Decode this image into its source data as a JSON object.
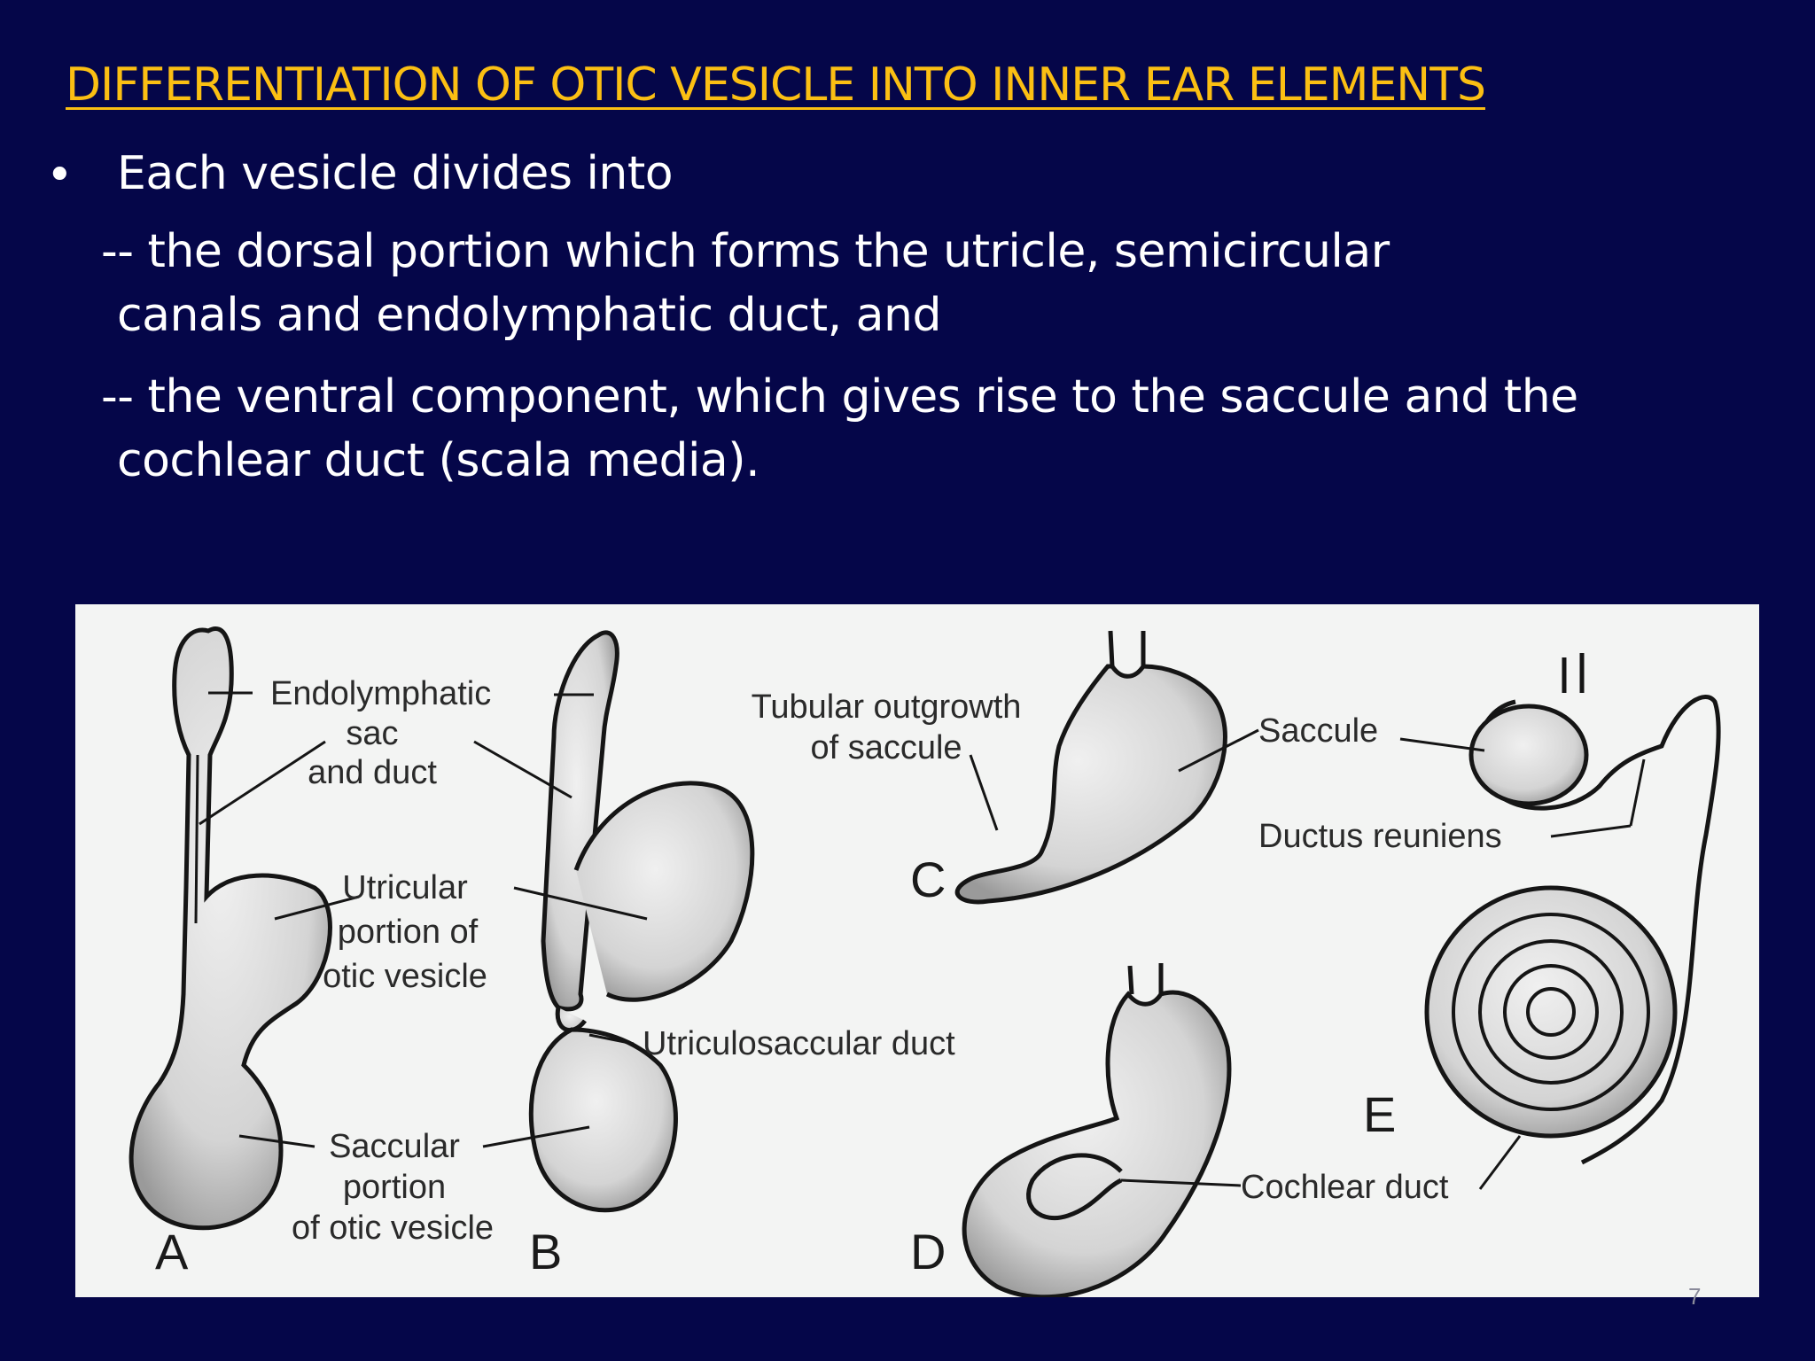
{
  "slide": {
    "title": "DIFFERENTIATION OF OTIC VESICLE INTO INNER EAR ELEMENTS",
    "bullet_symbol": "•",
    "bullet_text": "Each vesicle divides into",
    "dorsal_line1": "-- the dorsal portion which forms the utricle,  semicircular",
    "dorsal_line2": "canals and endolymphatic duct, and",
    "ventral_line1": "-- the ventral component, which gives rise to the saccule and the",
    "ventral_line2": "cochlear duct (scala media).",
    "page_number": "7"
  },
  "figure": {
    "labels": {
      "endolymphatic_1": "Endolymphatic",
      "endolymphatic_2": "sac",
      "endolymphatic_3": "and duct",
      "utricular_1": "Utricular",
      "utricular_2": "portion of",
      "utricular_3": "otic vesicle",
      "utriculosaccular": "Utriculosaccular duct",
      "saccular_1": "Saccular",
      "saccular_2": "portion",
      "saccular_3": "of otic vesicle",
      "tubular_1": "Tubular outgrowth",
      "tubular_2": "of saccule",
      "saccule": "Saccule",
      "ductus_reuniens": "Ductus reuniens",
      "cochlear_duct": "Cochlear duct"
    },
    "panel_letters": {
      "a": "A",
      "b": "B",
      "c": "C",
      "d": "D",
      "e": "E"
    }
  },
  "colors": {
    "background": "#050649",
    "title": "#fbbf13",
    "text": "#ffffff",
    "figure_bg": "#f3f4f3"
  }
}
